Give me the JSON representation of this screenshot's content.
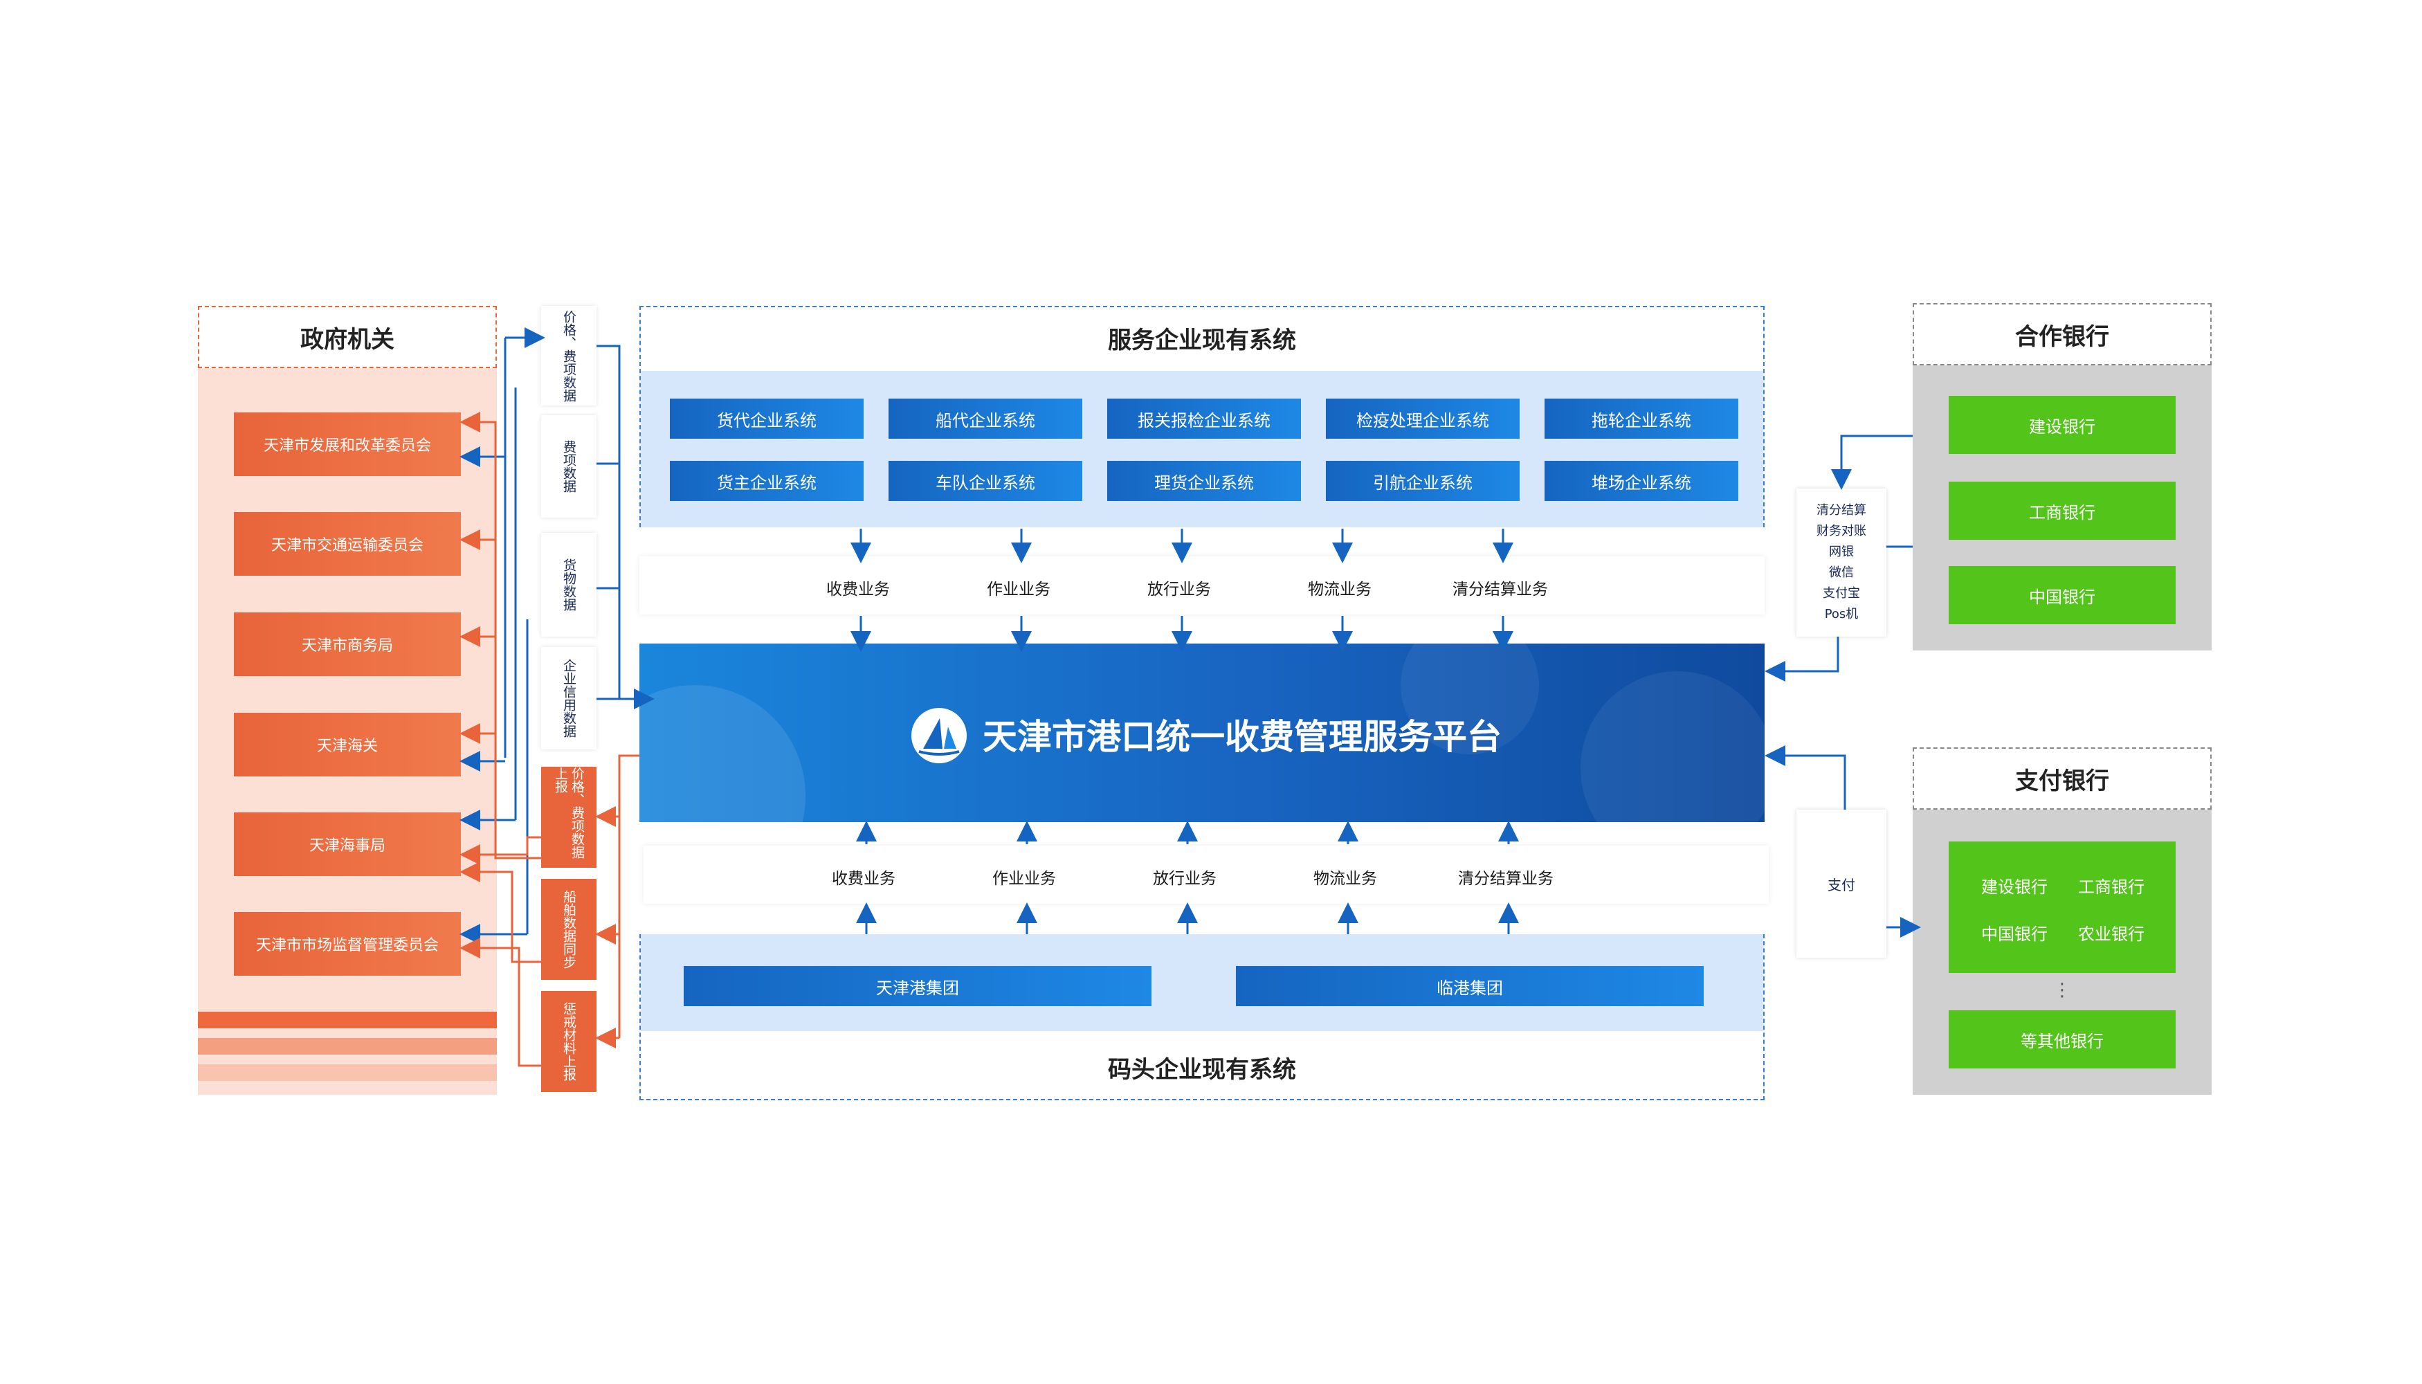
{
  "gov": {
    "title": "政府机关",
    "items": [
      "天津市发展和改革委员会",
      "天津市交通运输委员会",
      "天津市商务局",
      "天津海关",
      "天津海事局",
      "天津市市场监督管理委员会"
    ]
  },
  "data_labels": {
    "up": [
      "价格、费项数据",
      "费项数据",
      "货物数据",
      "企业信用数据"
    ],
    "down": [
      "价格、费项数据上报",
      "船舶数据同步",
      "惩戒材料上报"
    ]
  },
  "service": {
    "title": "服务企业现有系统",
    "systems": [
      "货代企业系统",
      "船代企业系统",
      "报关报检企业系统",
      "检疫处理企业系统",
      "拖轮企业系统",
      "货主企业系统",
      "车队企业系统",
      "理货企业系统",
      "引航企业系统",
      "堆场企业系统"
    ],
    "business": [
      "收费业务",
      "作业业务",
      "放行业务",
      "物流业务",
      "清分结算业务"
    ]
  },
  "platform": {
    "title": "天津市港口统一收费管理服务平台"
  },
  "terminal": {
    "title": "码头企业现有系统",
    "business": [
      "收费业务",
      "作业业务",
      "放行业务",
      "物流业务",
      "清分结算业务"
    ],
    "groups": [
      "天津港集团",
      "临港集团"
    ]
  },
  "coop_bank": {
    "title": "合作银行",
    "items": [
      "建设银行",
      "工商银行",
      "中国银行"
    ],
    "channels": [
      "清分结算",
      "财务对账",
      "网银",
      "微信",
      "支付宝",
      "Pos机"
    ]
  },
  "pay_bank": {
    "title": "支付银行",
    "items": [
      "建设银行",
      "工商银行",
      "中国银行",
      "农业银行"
    ],
    "ellipsis": "⋮",
    "other": "等其他银行",
    "pay_label": "支付"
  },
  "colors": {
    "orange": "#e8643a",
    "blue": "#1565c0",
    "green": "#52c41a",
    "gray": "#d0d0d0",
    "pink": "#fde0d5"
  }
}
